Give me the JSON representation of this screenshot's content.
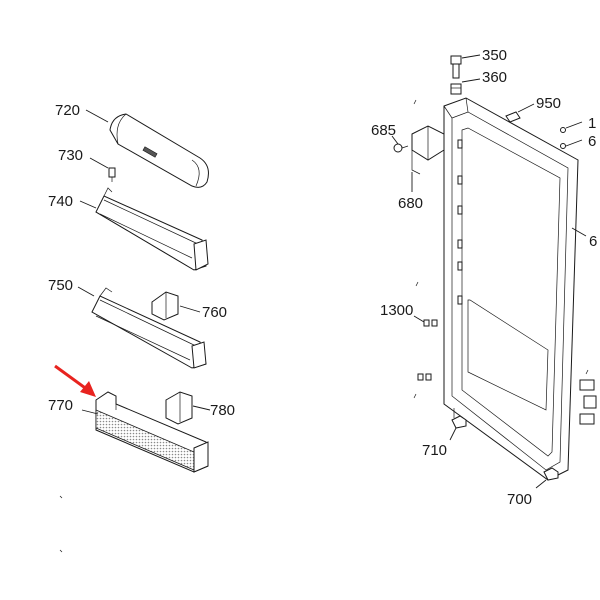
{
  "labels": {
    "p720": "720",
    "p730": "730",
    "p740": "740",
    "p750": "750",
    "p760": "760",
    "p770": "770",
    "p780": "780",
    "p350": "350",
    "p360": "360",
    "p950": "950",
    "p685": "685",
    "p680": "680",
    "p1300": "1300",
    "p710": "710",
    "p700": "700",
    "p_right_1": "1",
    "p_right_6a": "6",
    "p_right_6b": "6"
  },
  "colors": {
    "line": "#1a1a1a",
    "arrow": "#e8231f",
    "mesh": "#d9d9d9"
  }
}
